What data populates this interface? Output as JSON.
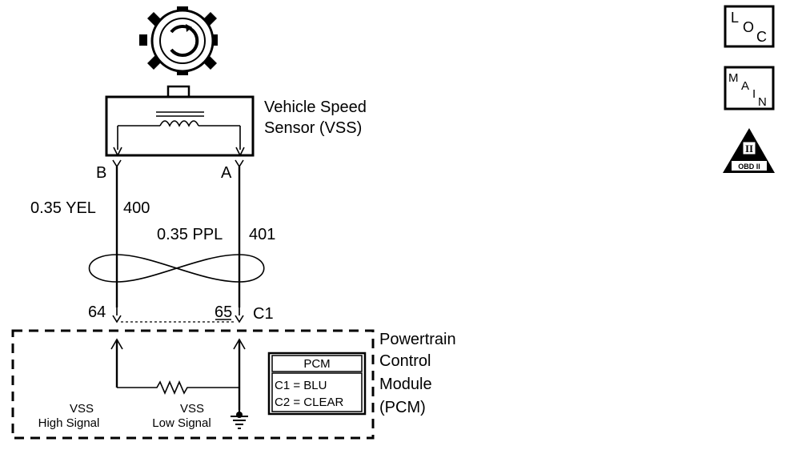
{
  "sensor": {
    "name_line1": "Vehicle Speed",
    "name_line2": "Sensor (VSS)",
    "terminal_b": "B",
    "terminal_a": "A"
  },
  "wires": {
    "wire1_gauge_color": "0.35 YEL",
    "wire1_circuit": "400",
    "wire2_gauge_color": "0.35 PPL",
    "wire2_circuit": "401"
  },
  "connector": {
    "pin_left": "64",
    "pin_right": "65",
    "name": "C1"
  },
  "module": {
    "name_line1": "Powertrain",
    "name_line2": "Control",
    "name_line3": "Module",
    "name_line4": "(PCM)",
    "high_signal_line1": "VSS",
    "high_signal_line2": "High Signal",
    "low_signal_line1": "VSS",
    "low_signal_line2": "Low Signal"
  },
  "legend_box": {
    "title": "PCM",
    "row1": "C1 = BLU",
    "row2": "C2 = CLEAR"
  },
  "nav_icons": [
    {
      "name": "loc-icon",
      "letters": [
        "L",
        "O",
        "C"
      ]
    },
    {
      "name": "main-icon",
      "letters": [
        "M",
        "A",
        "I",
        "N"
      ]
    },
    {
      "name": "obd-ii-icon",
      "roman": "II",
      "text": "OBD II"
    }
  ]
}
